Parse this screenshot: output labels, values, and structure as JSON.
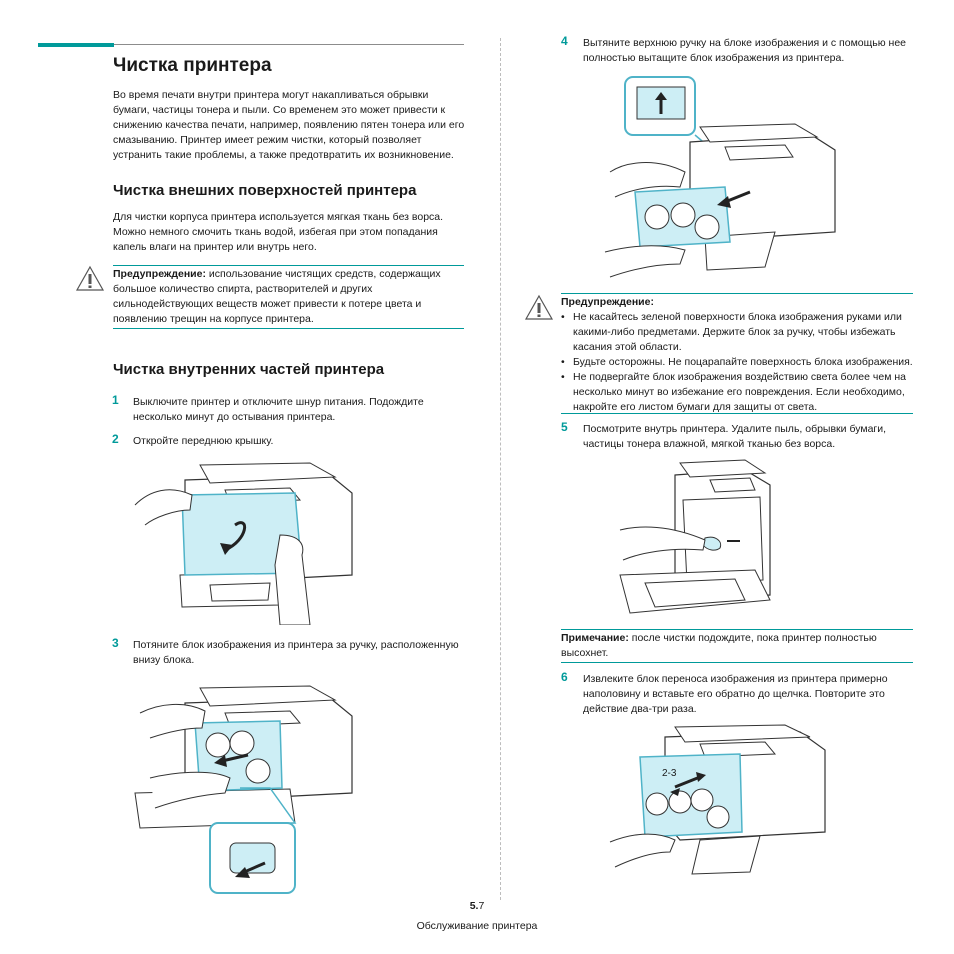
{
  "title": "Чистка принтера",
  "intro": "Во время печати внутри принтера могут накапливаться обрывки бумаги, частицы тонера и пыли. Со временем это может привести к снижению качества печати, например, появлению пятен тонера или его смазыванию. Принтер имеет режим чистки, который позволяет устранить такие проблемы, а также предотвратить их возникновение.",
  "section1": {
    "heading": "Чистка внешних поверхностей принтера",
    "text": "Для чистки корпуса принтера используется мягкая ткань без ворса. Можно немного смочить ткань водой, избегая при этом попадания капель влаги на принтер или внутрь него.",
    "warning_label": "Предупреждение:",
    "warning_text": " использование чистящих средств, содержащих большое количество спирта, растворителей и других сильнодействующих веществ может привести к потере цвета и появлению трещин на корпусе принтера."
  },
  "section2": {
    "heading": "Чистка внутренних частей принтера",
    "steps": [
      {
        "num": "1",
        "text": "Выключите принтер и отключите шнур питания. Подождите несколько минут до остывания принтера."
      },
      {
        "num": "2",
        "text": "Откройте переднюю крышку."
      },
      {
        "num": "3",
        "text": "Потяните блок изображения из принтера за ручку, расположенную внизу блока."
      },
      {
        "num": "4",
        "text": "Вытяните верхнюю ручку на блоке изображения и с помощью нее полностью вытащите блок изображения из принтера."
      },
      {
        "num": "5",
        "text": "Посмотрите внутрь принтера. Удалите пыль, обрывки бумаги, частицы тонера влажной, мягкой тканью без ворса."
      },
      {
        "num": "6",
        "text": "Извлеките блок переноса изображения из принтера примерно наполовину и вставьте его обратно до щелчка. Повторите это действие два-три раза."
      }
    ]
  },
  "warning2": {
    "label": "Предупреждение:",
    "items": [
      "Не касайтесь зеленой поверхности блока изображения руками или какими-либо предметами. Держите блок за ручку, чтобы избежать касания этой области.",
      "Будьте осторожны. Не поцарапайте поверхность блока изображения.",
      "Не подвергайте блок изображения воздействию света более чем на несколько минут во избежание его повреждения. Если необходимо, накройте его листом бумаги для защиты от света."
    ]
  },
  "note": {
    "label": "Примечание:",
    "text": " после чистки подождите, пока принтер полностью высохнет."
  },
  "illustration_label": "2-3",
  "footer": {
    "page_bold": "5.",
    "page_rest": "7",
    "caption": "Обслуживание принтера"
  },
  "colors": {
    "accent": "#009a9a",
    "cyan_fill": "#cdeef5",
    "cyan_stroke": "#4fb3c8"
  }
}
